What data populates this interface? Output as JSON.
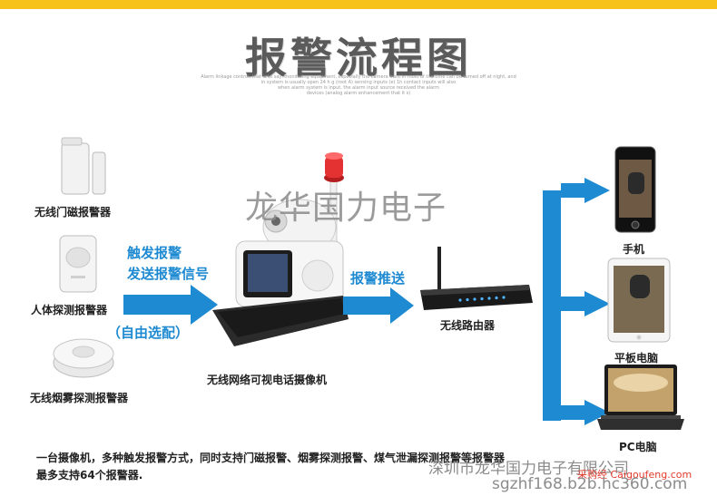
{
  "header": {
    "title": "报警流程图",
    "subtitle_lines": [
      "Alarm linkage control, that is to say, monitoring equipment, especially the camera front in most of the time can be turned off at night, and",
      "in system is usually open 24 h g (root A) sensing inputs (e) 1h contact inputs will also",
      "when alarm system is input, the alarm input source received the alarm",
      "devices (analog alarm enhancement that it s)"
    ]
  },
  "watermark": "龙华国力电子",
  "sensors": {
    "door": "无线门磁报警器",
    "pir": "人体探测报警器",
    "smoke": "无线烟雾探测报警器"
  },
  "trigger": {
    "line1": "触发报警",
    "line2": "发送报警信号",
    "optional": "（自由选配）"
  },
  "camera_label": "无线网络可视电话摄像机",
  "push_label": "报警推送",
  "router_label": "无线路由器",
  "devices": {
    "phone": "手机",
    "tablet": "平板电脑",
    "pc": "PC电脑"
  },
  "footer": {
    "line1": "一台摄像机，多种触发报警方式，同时支持门磁报警、烟雾探测报警、煤气泄漏探测报警等报警器",
    "line2": "最多支持64个报警器."
  },
  "site_watermarks": {
    "company": "深圳市龙华国力电子有限公司",
    "site_a": "采购经 Caigoufeng.com",
    "site_b": "sgzhf168.b2b.hc360.com"
  },
  "colors": {
    "accent": "#1e8ad2",
    "topbar": "#f7c21a"
  }
}
